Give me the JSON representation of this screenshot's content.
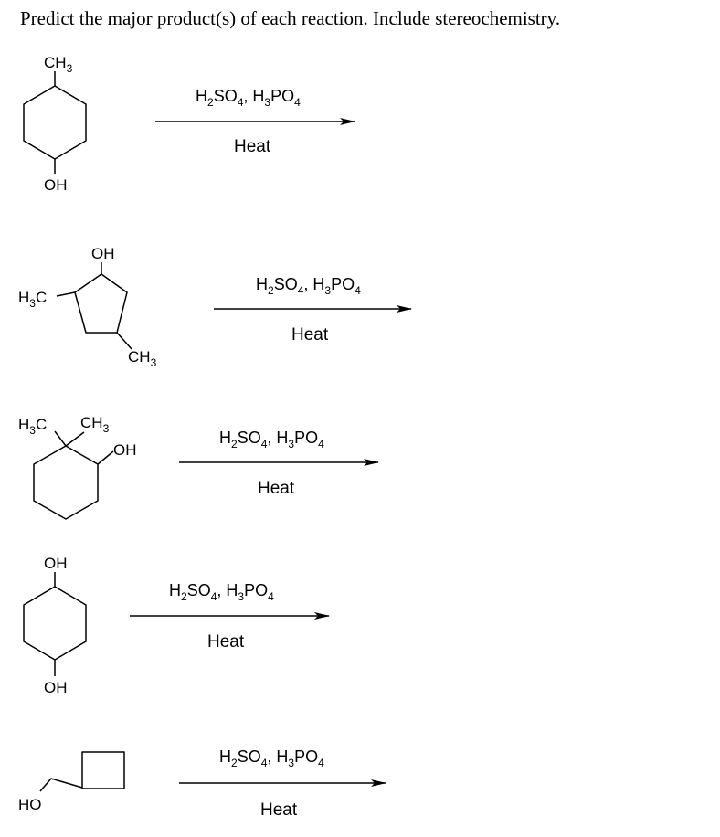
{
  "title": "Predict the major product(s) of each reaction. Include stereochemistry.",
  "reaction_conditions": {
    "acid_1": {
      "prefix": "H",
      "sub1": "2",
      "mid": "SO",
      "sub2": "4",
      "suffix": ","
    },
    "acid_2": {
      "prefix": "H",
      "sub1": "3",
      "mid": "PO",
      "sub2": "4"
    },
    "heat": "Heat"
  },
  "reactions": [
    {
      "id": 1,
      "atom_labels": {
        "top": "CH3",
        "bottom": "OH"
      }
    },
    {
      "id": 2,
      "atom_labels": {
        "oh": "OH",
        "left_methyl": "H3C",
        "right_methyl": "CH3"
      }
    },
    {
      "id": 3,
      "atom_labels": {
        "left_methyl": "H3C",
        "right_methyl": "CH3",
        "oh": "OH"
      }
    },
    {
      "id": 4,
      "atom_labels": {
        "top": "OH",
        "bottom": "OH"
      }
    },
    {
      "id": 5,
      "atom_labels": {
        "oh": "HO"
      }
    }
  ]
}
